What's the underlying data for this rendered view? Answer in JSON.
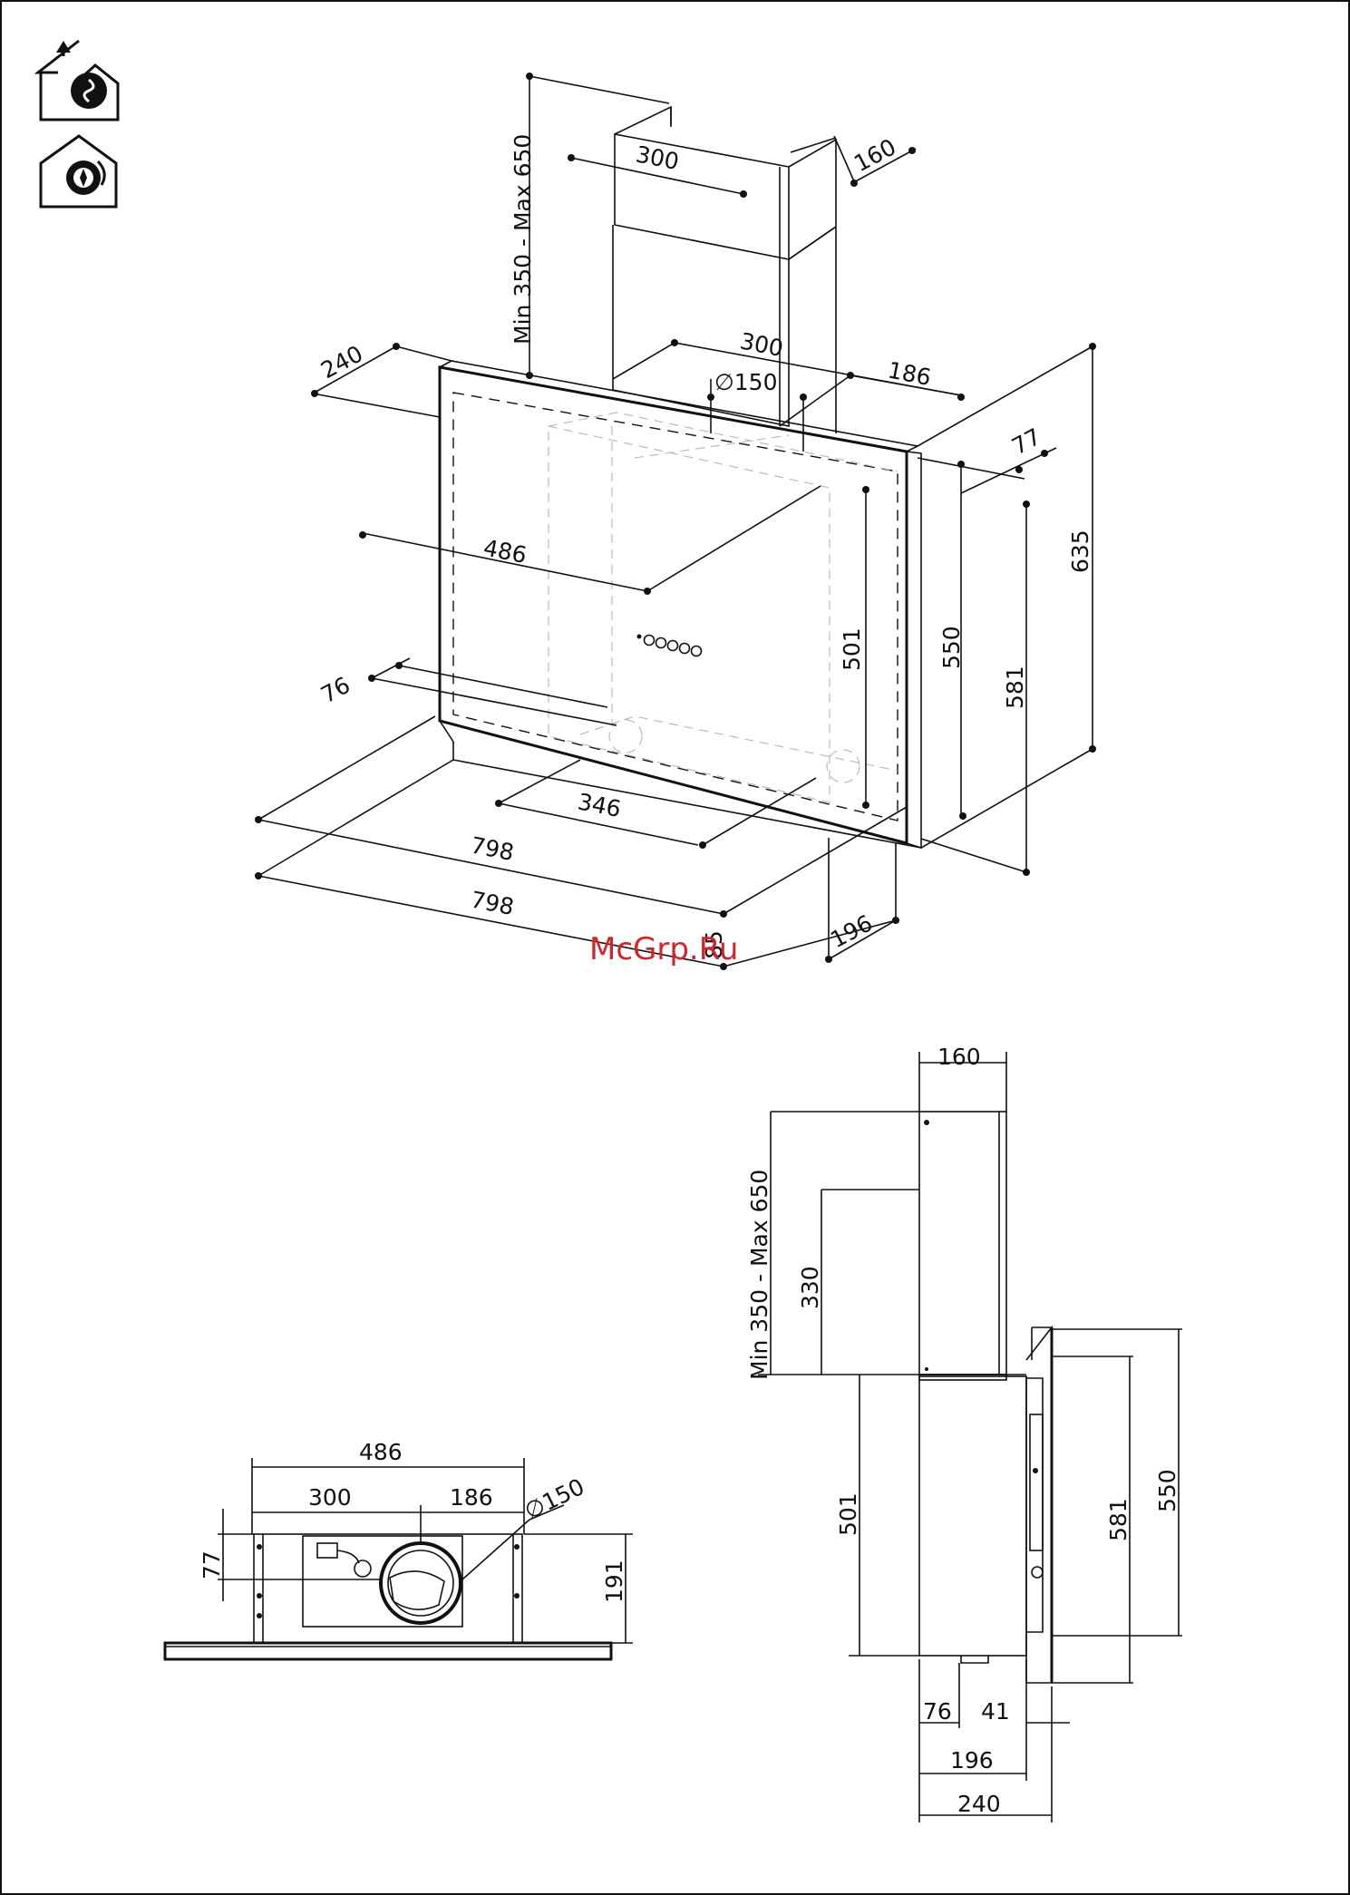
{
  "icons": [
    "ducted-mode-icon",
    "recirculation-mode-icon"
  ],
  "watermark": "McGrp.Ru",
  "iso_view": {
    "chimney_range": "Min  350  -  Max  650",
    "chimney_width": "300",
    "chimney_depth": "160",
    "depth_top": "240",
    "outlet_offset": "300",
    "outlet_diameter": "∅150",
    "outlet_side": "186",
    "depth_77": "77",
    "height_total": "635",
    "width_486": "486",
    "height_501": "501",
    "height_550": "550",
    "height_581": "581",
    "offset_76": "76",
    "width_346": "346",
    "width_798a": "798",
    "width_798b": "798",
    "height_85": "85",
    "depth_196": "196"
  },
  "side_view": {
    "chimney_depth": "160",
    "chimney_range": "Min  350  -  Max  650",
    "h330": "330",
    "h501": "501",
    "h581": "581",
    "h550": "550",
    "d76": "76",
    "d41": "41",
    "d196": "196",
    "d240": "240"
  },
  "top_view": {
    "w486": "486",
    "w300": "300",
    "w186": "186",
    "dia150": "∅150",
    "d77": "77",
    "h191": "191"
  }
}
